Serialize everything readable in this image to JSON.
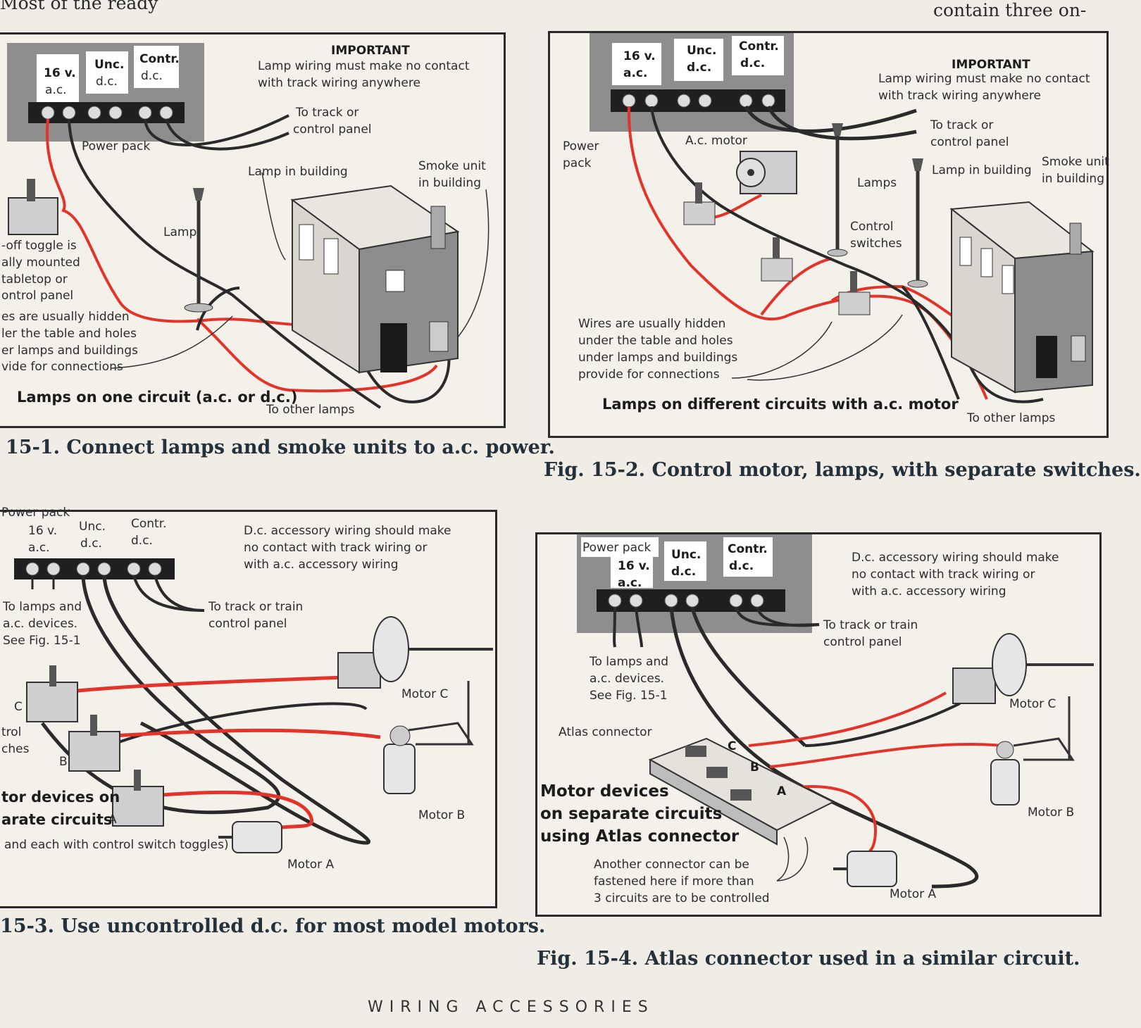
{
  "top_text": {
    "left": "Most of the ready",
    "right": "contain three on-"
  },
  "fig1": {
    "terminal_labels": [
      "16 v.",
      "a.c.",
      "Unc.",
      "d.c.",
      "Contr.",
      "d.c."
    ],
    "important_title": "IMPORTANT",
    "important_lines": [
      "Lamp wiring must make no contact",
      "with track wiring anywhere"
    ],
    "power_pack": "Power pack",
    "to_track": [
      "To track or",
      "control panel"
    ],
    "lamp_in_building": "Lamp in building",
    "smoke_unit": [
      "Smoke unit",
      "in building"
    ],
    "lamp": "Lamp",
    "toggle_note": [
      "-off toggle is",
      "ally mounted",
      "tabletop or",
      "ontrol panel"
    ],
    "hidden_note": [
      "es are usually hidden",
      "ler the table and holes",
      "er lamps and buildings",
      "vide for connections"
    ],
    "circuit_title": "Lamps on one circuit (a.c. or d.c.)",
    "to_other_lamps": "To other lamps"
  },
  "fig2": {
    "terminal_labels": [
      "16 v.",
      "a.c.",
      "Unc.",
      "d.c.",
      "Contr.",
      "d.c."
    ],
    "important_title": "IMPORTANT",
    "important_lines": [
      "Lamp wiring must make no contact",
      "with track wiring anywhere"
    ],
    "power_pack": [
      "Power",
      "pack"
    ],
    "ac_motor": "A.c. motor",
    "to_track": [
      "To track or",
      "control panel"
    ],
    "lamps": "Lamps",
    "lamp_in_building": "Lamp in building",
    "smoke_unit": [
      "Smoke unit",
      "in building"
    ],
    "control_switches": [
      "Control",
      "switches"
    ],
    "hidden_note": [
      "Wires are usually hidden",
      "under the table and holes",
      "under lamps and buildings",
      "provide for connections"
    ],
    "circuit_title": "Lamps on different circuits with a.c. motor",
    "to_other_lamps": "To other lamps"
  },
  "fig3": {
    "power_pack": "Power pack",
    "terminal_labels": [
      "16 v.",
      "a.c.",
      "Unc.",
      "d.c.",
      "Contr.",
      "d.c."
    ],
    "note_lines": [
      "D.c. accessory wiring should make",
      "no contact with track wiring or",
      "with a.c. accessory wiring"
    ],
    "to_track": [
      "To track or train",
      "control panel"
    ],
    "to_lamps": [
      "To lamps and",
      "a.c. devices.",
      "See Fig. 15-1"
    ],
    "motor_c": "Motor C",
    "motor_b": "Motor B",
    "motor_a": "Motor A",
    "switch_c": "C",
    "switch_b": "B",
    "switch_a": "A",
    "switches_label": [
      "trol",
      "ches"
    ],
    "devices_title": [
      "tor devices on",
      "arate circuits"
    ],
    "toggle_note": "and each with control switch toggles)"
  },
  "fig4": {
    "power_pack": "Power pack",
    "terminal_labels": [
      "16 v.",
      "a.c.",
      "Unc.",
      "d.c.",
      "Contr.",
      "d.c."
    ],
    "note_lines": [
      "D.c. accessory wiring should make",
      "no contact with track wiring or",
      "with a.c. accessory wiring"
    ],
    "to_track": [
      "To track or train",
      "control panel"
    ],
    "to_lamps": [
      "To lamps and",
      "a.c. devices.",
      "See Fig. 15-1"
    ],
    "atlas_connector": "Atlas connector",
    "motor_c": "Motor C",
    "motor_b": "Motor B",
    "motor_a": "Motor A",
    "slot_c": "C",
    "slot_b": "B",
    "slot_a": "A",
    "devices_title": [
      "Motor devices",
      "on separate circuits",
      "using Atlas connector"
    ],
    "another_note": [
      "Another connector can be",
      "fastened here if more than",
      "3 circuits are to be controlled"
    ]
  },
  "captions": {
    "fig1": "15-1. Connect lamps and smoke units to a.c. power.",
    "fig2": "Fig. 15-2. Control motor, lamps, with separate switches.",
    "fig3": "15-3. Use uncontrolled d.c. for most model motors.",
    "fig4": "Fig. 15-4. Atlas connector used in a similar circuit."
  },
  "footer": "WIRING ACCESSORIES",
  "colors": {
    "red_wire": "#e3342b",
    "black_wire": "#2a2a2a",
    "panel_bg": "#f3f1ea",
    "page_bg": "#efede6",
    "gray": "#8a8a8a"
  }
}
